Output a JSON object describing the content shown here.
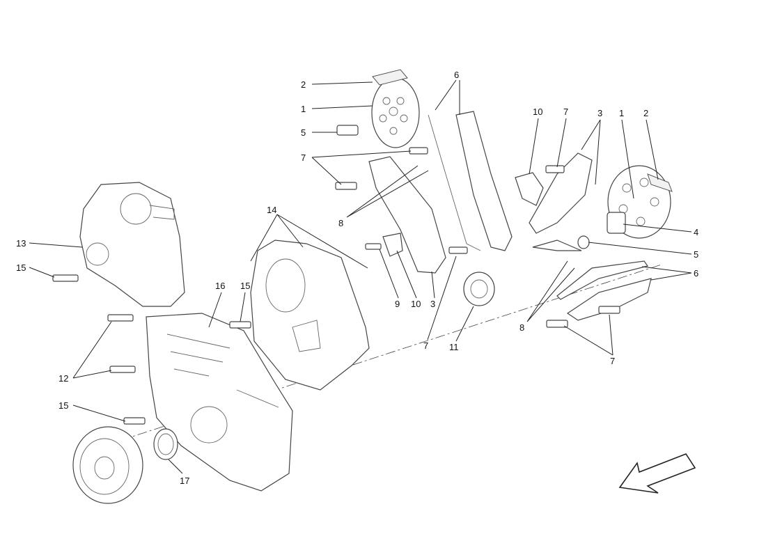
{
  "diagram": {
    "callouts": {
      "c2a": "2",
      "c1a": "1",
      "c5a": "5",
      "c6a": "6",
      "c7a": "7",
      "c8a": "8",
      "c10a": "10",
      "c7b": "7",
      "c3a": "3",
      "c1b": "1",
      "c2b": "2",
      "c4": "4",
      "c5b": "5",
      "c6b": "6",
      "c8b": "8",
      "c7c": "7",
      "c11": "11",
      "c7d": "7",
      "c3b": "3",
      "c10b": "10",
      "c9": "9",
      "c14": "14",
      "c13": "13",
      "c15a": "15",
      "c16": "16",
      "c15b": "15",
      "c12": "12",
      "c15c": "15",
      "c17": "17"
    },
    "direction_icon": "arrow-down-left-icon"
  }
}
